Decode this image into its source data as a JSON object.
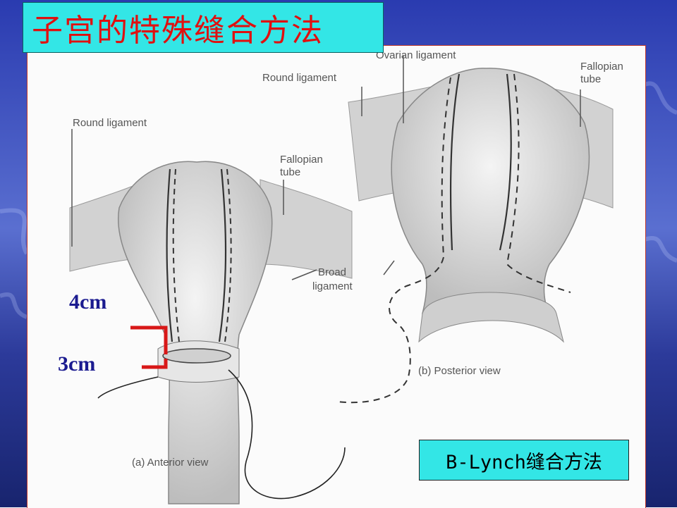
{
  "title": "子宫的特殊缝合方法",
  "caption": "B-Lynch缝合方法",
  "dimensions": {
    "upper": "4cm",
    "lower": "3cm"
  },
  "anterior": {
    "round_ligament": "Round ligament",
    "fallopian_1": "Fallopian",
    "fallopian_2": "tube",
    "broad_1": "Broad",
    "broad_2": "ligament",
    "view": "(a)  Anterior view"
  },
  "posterior": {
    "round_ligament": "Round ligament",
    "ovarian_ligament": "Ovarian ligament",
    "fallopian_1": "Fallopian",
    "fallopian_2": "tube",
    "view": "(b)  Posterior view"
  },
  "colors": {
    "background": "#1e2a8c",
    "title_box": "#33e6e6",
    "title_text": "#e01010",
    "marker": "#d81818",
    "dimension_text": "#1b1b90"
  }
}
